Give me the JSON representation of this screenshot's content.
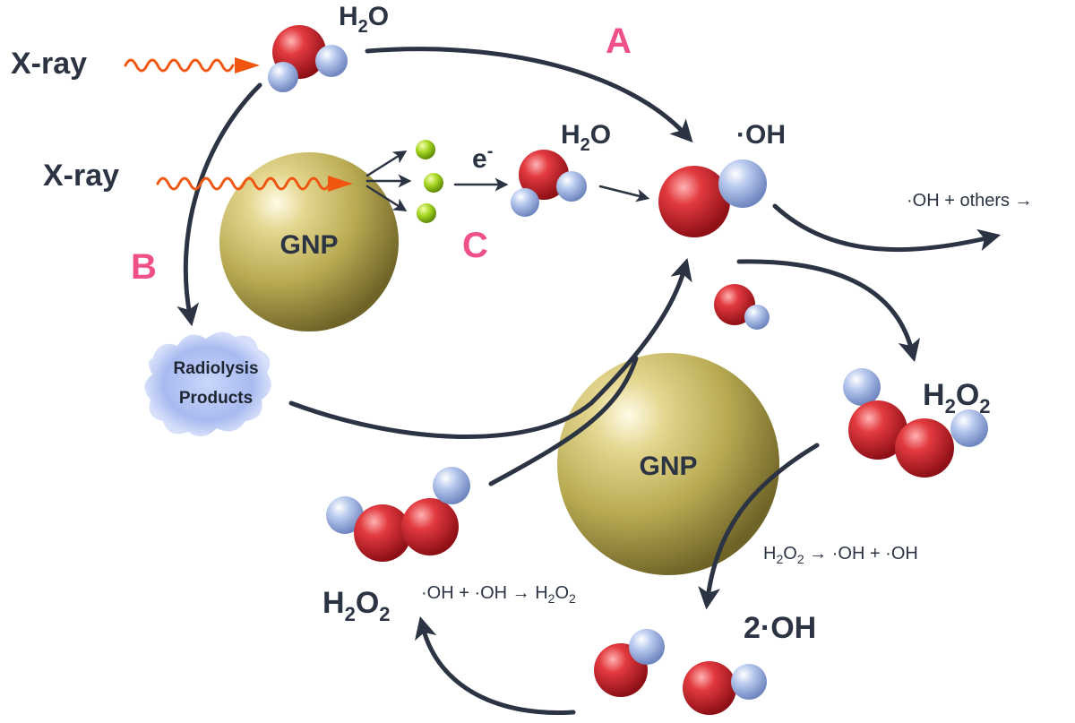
{
  "labels": {
    "xray_top": "X-ray",
    "xray_mid": "X-ray",
    "h2o_top_main": "H",
    "h2o_top_sub": "2",
    "h2o_top_tail": "O",
    "h2o_mid_main": "H",
    "h2o_mid_sub": "2",
    "h2o_mid_tail": "O",
    "electron_main": "e",
    "electron_sup": "-",
    "oh_radical": "·OH",
    "oh_others": "·OH + others →",
    "h2o2_right_main": "H",
    "h2o2_right_sub1": "2",
    "h2o2_right_mid": "O",
    "h2o2_right_sub2": "2",
    "h2o2_left_main": "H",
    "h2o2_left_sub1": "2",
    "h2o2_left_mid": "O",
    "h2o2_left_sub2": "2",
    "two_oh": "2·OH",
    "eq_decomp_a": "H",
    "eq_decomp_b": "2",
    "eq_decomp_c": "O",
    "eq_decomp_d": "2",
    "eq_decomp_e": " → ·OH + ·OH",
    "eq_combine_a": "·OH + ·OH → H",
    "eq_combine_b": "2",
    "eq_combine_c": "O",
    "eq_combine_d": "2",
    "radiolysis_line1": "Radiolysis",
    "radiolysis_line2": "Products",
    "gnp_upper": "GNP",
    "gnp_lower": "GNP",
    "letter_a": "A",
    "letter_b": "B",
    "letter_c": "C"
  },
  "colors": {
    "oxygen": "#d6262c",
    "hydrogen": "#a9bde6",
    "gold": "#b7a94f",
    "electron": "#a5d41f",
    "arrow": "#2c3444",
    "pathway_letter": "#f0508a",
    "xray_wave": "#f0560f",
    "radiolysis_cloud": "#a4b7ef"
  },
  "icons": {
    "water_molecule": "water-molecule-icon",
    "hydroxyl_radical": "hydroxyl-radical-icon",
    "hydrogen_peroxide": "hydrogen-peroxide-icon",
    "gold_nanoparticle": "gold-nanoparticle-icon",
    "electron": "electron-icon"
  }
}
